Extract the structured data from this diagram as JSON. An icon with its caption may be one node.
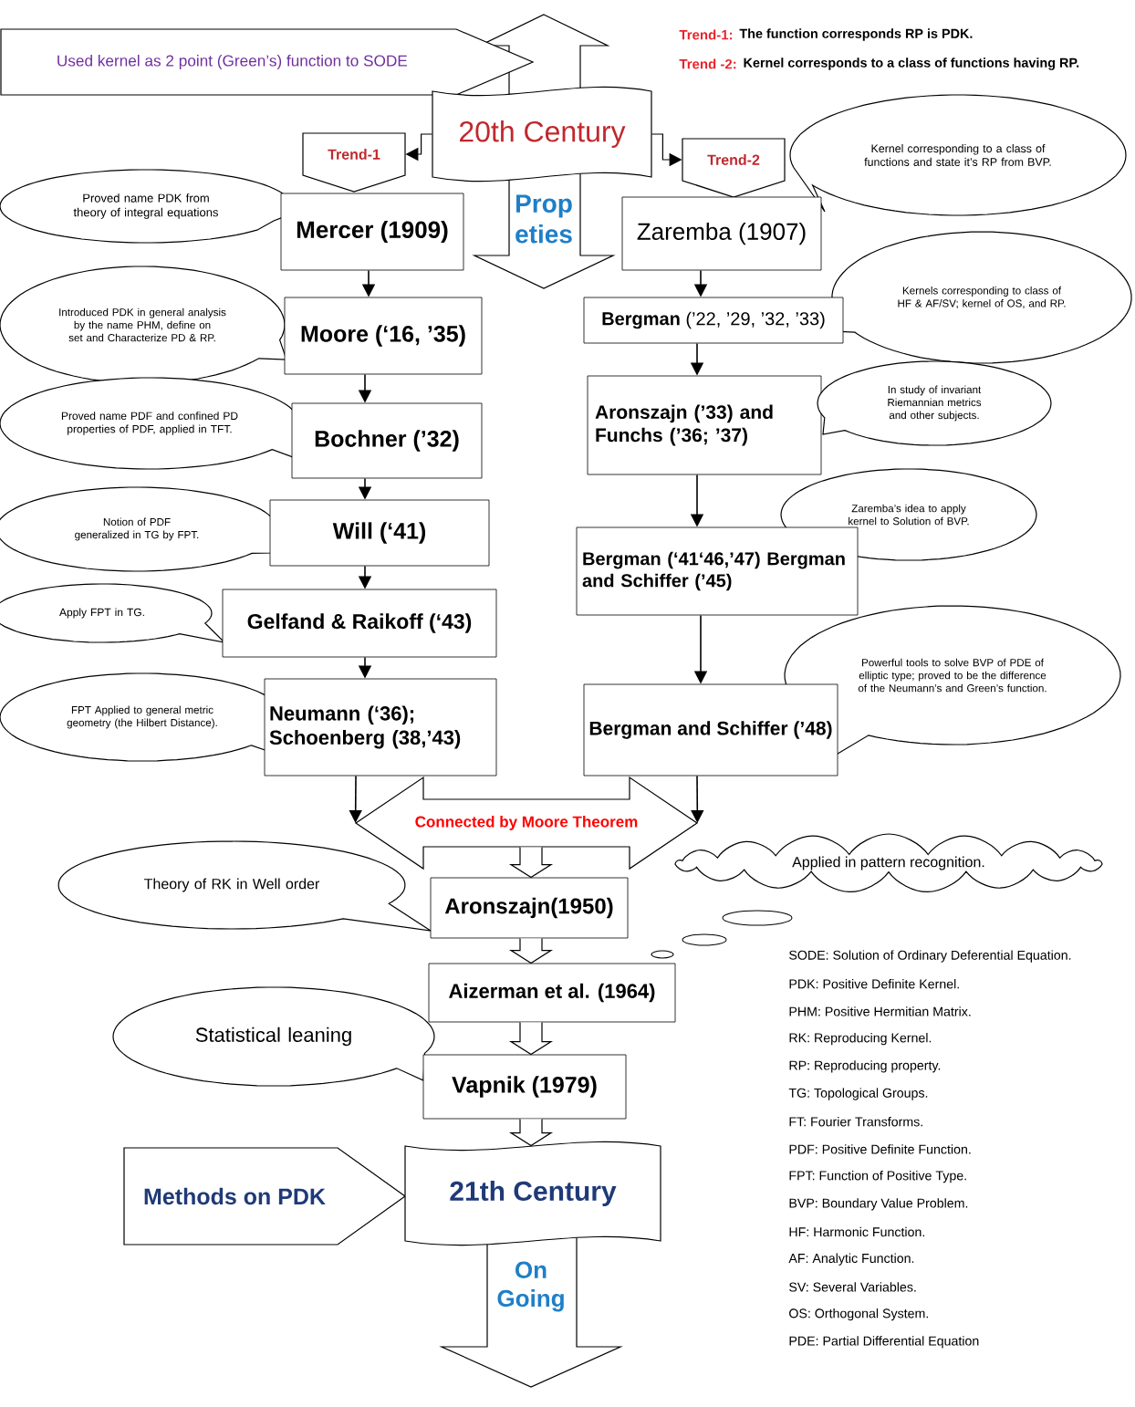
{
  "diagram": {
    "nodes": [
      {
        "text": [
          "Used kernel as 2 point (Green’s) function to SODE"
        ]
      },
      {
        "text": [
          "20th Century"
        ]
      },
      {
        "text": [
          "Prop eties"
        ]
      },
      {
        "text": [
          "Trend-1"
        ]
      },
      {
        "text": [
          "Trend-2"
        ]
      },
      {
        "text": [
          "Kernel corresponding to a class of functions and state it’s RP from BVP."
        ]
      },
      {
        "text": [
          "Proved name PDK from theory of integral equations"
        ]
      },
      {
        "text": [
          "Mercer (1909)"
        ]
      },
      {
        "text": [
          "Zaremba (1907)"
        ]
      },
      {
        "text": [
          "Introduced PDK in general analysis by the name PHM, define on set and Characterize PD & RP."
        ]
      },
      {
        "text": [
          "Kernels corresponding to class of HF & AF/SV; kernel of OS, and RP."
        ]
      },
      {
        "text": [
          "Moore (‘16, ’35)"
        ]
      },
      {
        "text": [
          "**Bergman** (’22, ’29, ’32, ’33)"
        ]
      },
      {
        "text": [
          "Proved name PDF and confined PD properties of PDF, applied in TFT."
        ]
      },
      {
        "text": [
          "Bochner (’32)"
        ]
      },
      {
        "text": [
          "Aronszajn (’33) and Funchs (’36; ’37)"
        ]
      },
      {
        "text": [
          "In study of invariant Riemannian metrics and other subjects."
        ]
      },
      {
        "text": [
          "Notion of PDF generalized in TG by FPT."
        ]
      },
      {
        "text": [
          "Will (‘41)"
        ]
      },
      {
        "text": [
          "Zaremba’s idea to apply kernel to Solution of BVP."
        ]
      },
      {
        "text": [
          "Bergman (‘41‘46,’47) Bergman and Schiffer (’45)"
        ]
      },
      {
        "text": [
          "Apply FPT in TG."
        ]
      },
      {
        "text": [
          "Gelfand & Raikoff (‘43)"
        ]
      },
      {
        "text": [
          "Powerful tools to solve BVP of PDE of elliptic type; proved to be the difference of the Neumann’s and Green’s function."
        ]
      },
      {
        "text": [
          "Bergman and Schiffer (’48)"
        ]
      },
      {
        "text": [
          "FPT Applied to general metric geometry (the Hilbert Distance)."
        ]
      },
      {
        "text": [
          "Neumann (‘36); Schoenberg (38,’43)"
        ]
      },
      {
        "text": [
          "Connected by Moore Theorem"
        ]
      },
      {
        "text": [
          "Theory of RK in Well order"
        ]
      },
      {
        "text": [
          "Aronszajn(1950)"
        ]
      },
      {
        "text": [
          "Applied in pattern recognition."
        ]
      },
      {
        "text": [
          "Aizerman et al. (1964)"
        ]
      },
      {
        "text": [
          "Statistical leaning"
        ]
      },
      {
        "text": [
          "Vapnik (1979)"
        ]
      },
      {
        "text": [
          "Methods on PDK"
        ]
      },
      {
        "text": [
          "21th Century"
        ]
      },
      {
        "text": [
          "On Going"
        ]
      }
    ],
    "edges": [
      {
        "from": 1,
        "to": 3,
        "arrow": "to"
      },
      {
        "from": 1,
        "to": 4,
        "arrow": "to"
      },
      {
        "from": 7,
        "to": 11,
        "arrow": "to"
      },
      {
        "from": 11,
        "to": 14,
        "arrow": "to"
      },
      {
        "from": 14,
        "to": 18,
        "arrow": "to"
      },
      {
        "from": 18,
        "to": 22,
        "arrow": "to"
      },
      {
        "from": 22,
        "to": 26,
        "arrow": "to"
      },
      {
        "from": 8,
        "to": 12,
        "arrow": "to"
      },
      {
        "from": 12,
        "to": 15,
        "arrow": "to"
      },
      {
        "from": 15,
        "to": 20,
        "arrow": "to"
      },
      {
        "from": 20,
        "to": 24,
        "arrow": "to"
      },
      {
        "from": 26,
        "to": 27,
        "arrow": "to"
      },
      {
        "from": 24,
        "to": 27,
        "arrow": "to"
      },
      {
        "from": 27,
        "to": 29,
        "arrow": "to",
        "style": "thick"
      },
      {
        "from": 29,
        "to": 31,
        "arrow": "to",
        "style": "thick"
      },
      {
        "from": 31,
        "to": 33,
        "arrow": "to",
        "style": "thick"
      },
      {
        "from": 33,
        "to": 35,
        "arrow": "to",
        "style": "thick"
      }
    ],
    "labels": [
      "Trend-1:",
      "The function corresponds RP is PDK.",
      "Trend -2:",
      "Kernel corresponds to a class of functions having RP.",
      "SODE: Solution of Ordinary Deferential Equation.",
      "PDK: Positive Definite Kernel.",
      "PHM: Positive Hermitian Matrix.",
      "RK: Reproducing Kernel.",
      "RP: Reproducing property.",
      "TG: Topological Groups.",
      "FT: Fourier Transforms.",
      "PDF: Positive Definite Function.",
      "FPT: Function of Positive Type.",
      "BVP: Boundary Value Problem.",
      "HF: Harmonic Function.",
      "AF: Analytic Function.",
      "SV: Several Variables.",
      "OS: Orthogonal System.",
      "PDE: Partial Differential Equation"
    ]
  }
}
